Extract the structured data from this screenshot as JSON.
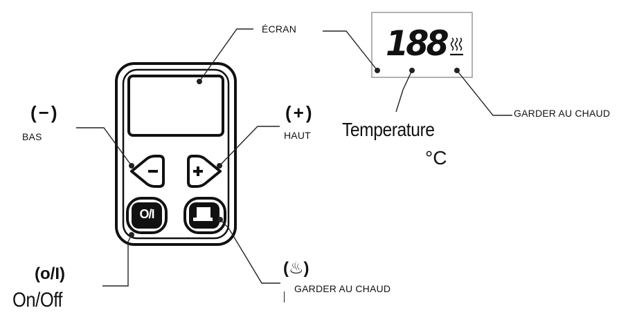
{
  "labels": {
    "ecran": "ÉCRAN",
    "minus_symbol": "(−)",
    "bas": "BAS",
    "plus_symbol": "(+)",
    "haut": "HAUT",
    "onoff_symbol": "(o/I)",
    "onoff": "On/Off",
    "keepwarm_symbol": "(♨)",
    "keepwarm_bottom": "GARDER AU CHAUD",
    "keepwarm_right": "GARDER AU CHAUD",
    "temperature": "Temperature",
    "unit": "°C"
  },
  "display": {
    "digits": "188",
    "keepwarm_icon": "steam-icon"
  },
  "buttons": {
    "minus_icon": "minus-arrow-icon",
    "plus_icon": "plus-arrow-icon",
    "power_label": "O/I",
    "keepwarm_icon": "pot-icon"
  },
  "colors": {
    "stroke": "#111111",
    "panel_border": "#999999"
  }
}
